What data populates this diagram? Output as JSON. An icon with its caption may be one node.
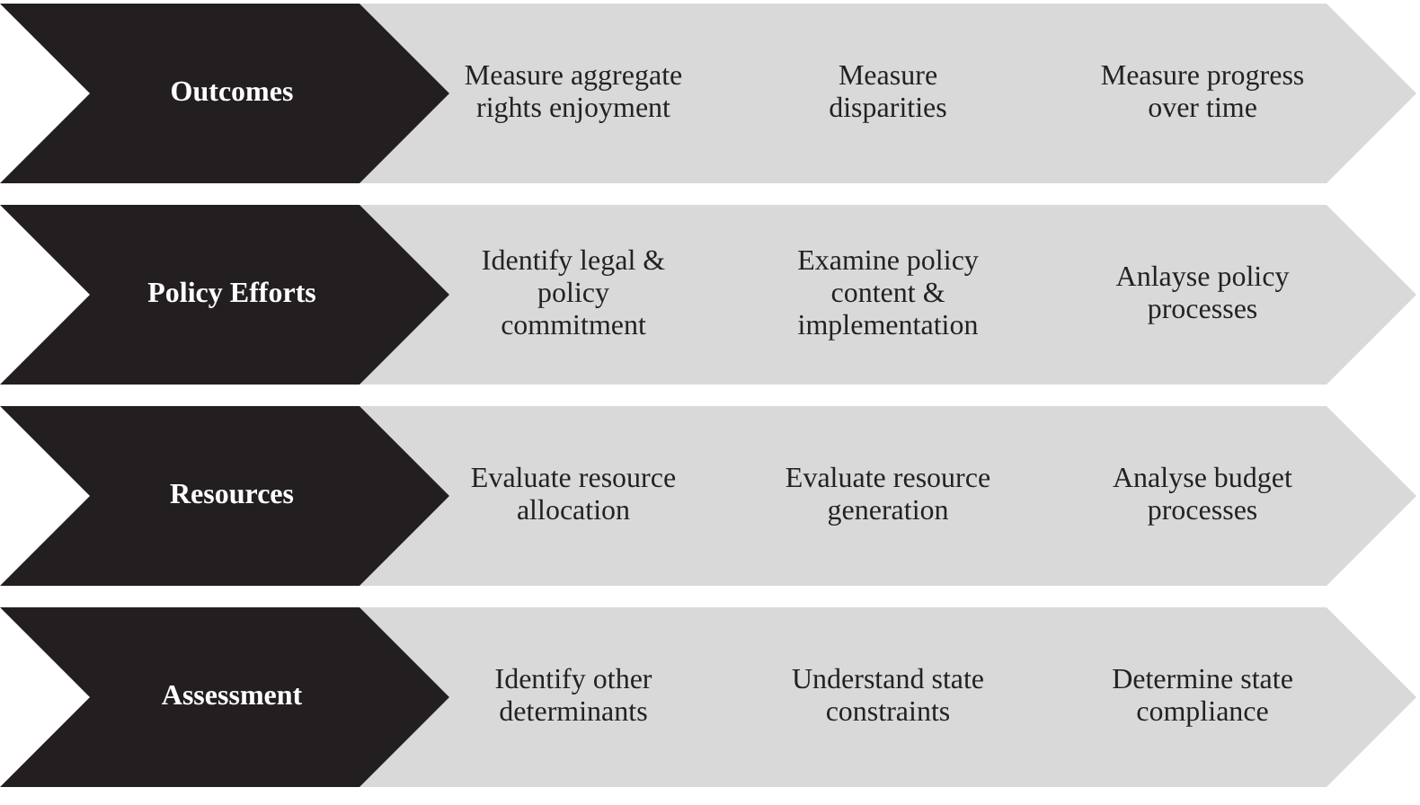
{
  "diagram": {
    "nodes": [
      {
        "text": [
          "Outcomes"
        ]
      },
      {
        "text": [
          "Measure aggregate rights enjoyment"
        ]
      },
      {
        "text": [
          "Measure disparities"
        ]
      },
      {
        "text": [
          "Measure progress over time"
        ]
      },
      {
        "text": [
          "Policy Efforts"
        ]
      },
      {
        "text": [
          "Identify legal & policy commitment"
        ]
      },
      {
        "text": [
          "Examine policy content & implementation"
        ]
      },
      {
        "text": [
          "Anlayse policy processes"
        ]
      },
      {
        "text": [
          "Resources"
        ]
      },
      {
        "text": [
          "Evaluate resource allocation"
        ]
      },
      {
        "text": [
          "Evaluate resource generation"
        ]
      },
      {
        "text": [
          "Analyse budget processes"
        ]
      },
      {
        "text": [
          "Assessment"
        ]
      },
      {
        "text": [
          "Identify other determinants"
        ]
      },
      {
        "text": [
          "Understand state constraints"
        ]
      },
      {
        "text": [
          "Determine state compliance"
        ]
      }
    ]
  }
}
